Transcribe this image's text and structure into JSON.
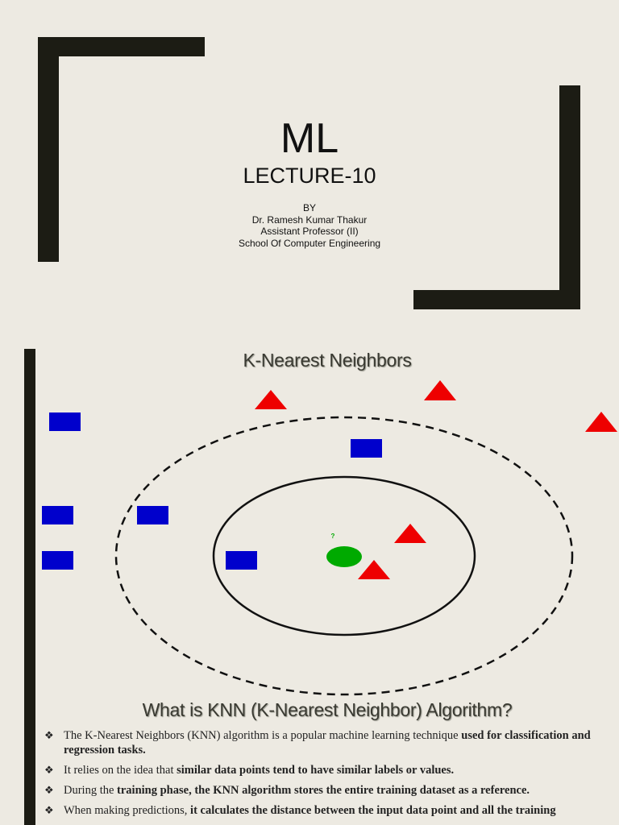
{
  "slide1": {
    "title": "ML",
    "subtitle": "LECTURE-10",
    "author_lines": [
      "BY",
      "Dr. Ramesh Kumar Thakur",
      "Assistant Professor (II)",
      "School Of Computer Engineering"
    ]
  },
  "slide2": {
    "diagram_title": "K-Nearest Neighbors",
    "query_label": "?",
    "section_title": "What is KNN (K-Nearest Neighbor) Algorithm?",
    "bullets": [
      {
        "pre": "The K-Nearest Neighbors (KNN) algorithm is a popular machine learning technique ",
        "bold": "used for classification and regression tasks.",
        "post": ""
      },
      {
        "pre": "It relies on the idea that ",
        "bold": "similar data points tend to have similar labels or values.",
        "post": ""
      },
      {
        "pre": "During the ",
        "bold": "training phase, the KNN algorithm stores the entire training dataset as a reference.",
        "post": ""
      },
      {
        "pre": "When making predictions, ",
        "bold": "it calculates the distance between the input data point and all the training",
        "post": ""
      }
    ]
  },
  "colors": {
    "background": "#edeae2",
    "bracket": "#1c1c14",
    "class_a_square": "#0000cc",
    "class_b_triangle": "#ee0000",
    "query_point": "#00aa00"
  }
}
